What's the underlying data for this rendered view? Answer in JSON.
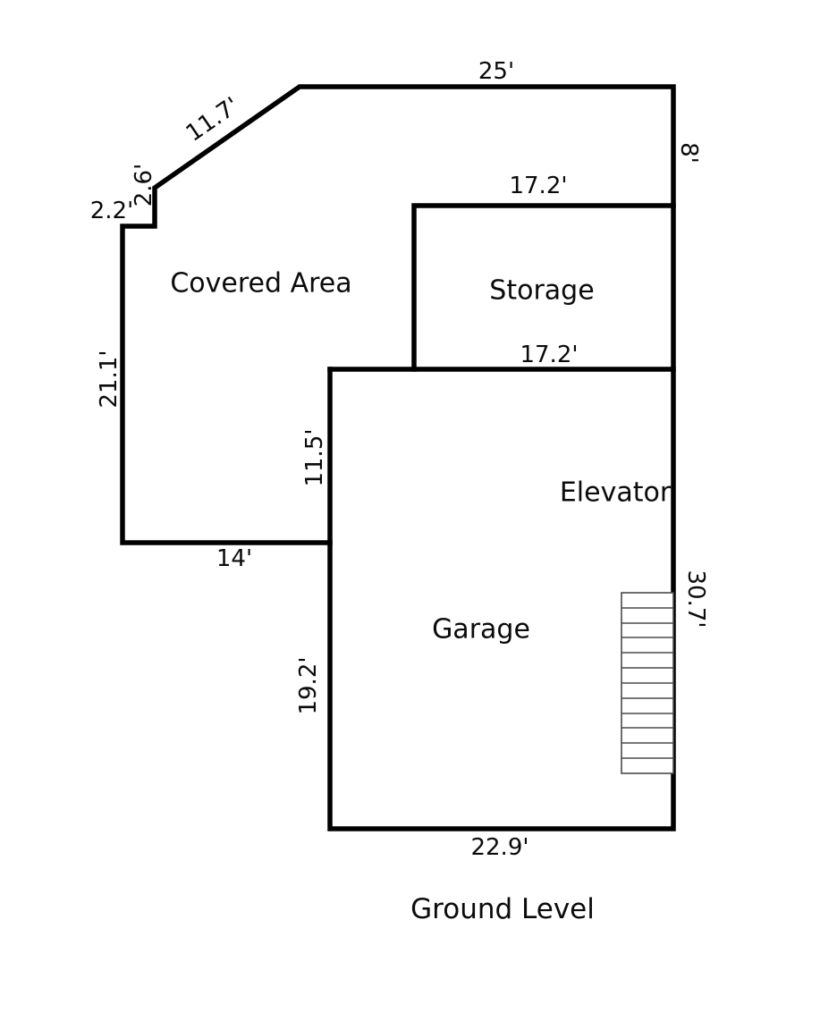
{
  "title": "Ground Level",
  "rooms": {
    "covered_area": "Covered Area",
    "storage": "Storage",
    "garage": "Garage",
    "elevator": "Elevator"
  },
  "dimensions": {
    "top_wall": "25'",
    "diagonal_wall": "11.7'",
    "notch_vertical": "2.6'",
    "notch_horizontal": "2.2'",
    "right_wall_upper": "8'",
    "storage_top": "17.2'",
    "storage_bottom": "17.2'",
    "left_wall": "21.1'",
    "covered_area_right": "11.5'",
    "covered_area_bottom": "14'",
    "garage_left": "19.2'",
    "garage_right": "30.7'",
    "garage_bottom": "22.9'"
  },
  "colors": {
    "wall": "#000000",
    "background": "#ffffff",
    "stair_line": "#4a4a4a"
  }
}
